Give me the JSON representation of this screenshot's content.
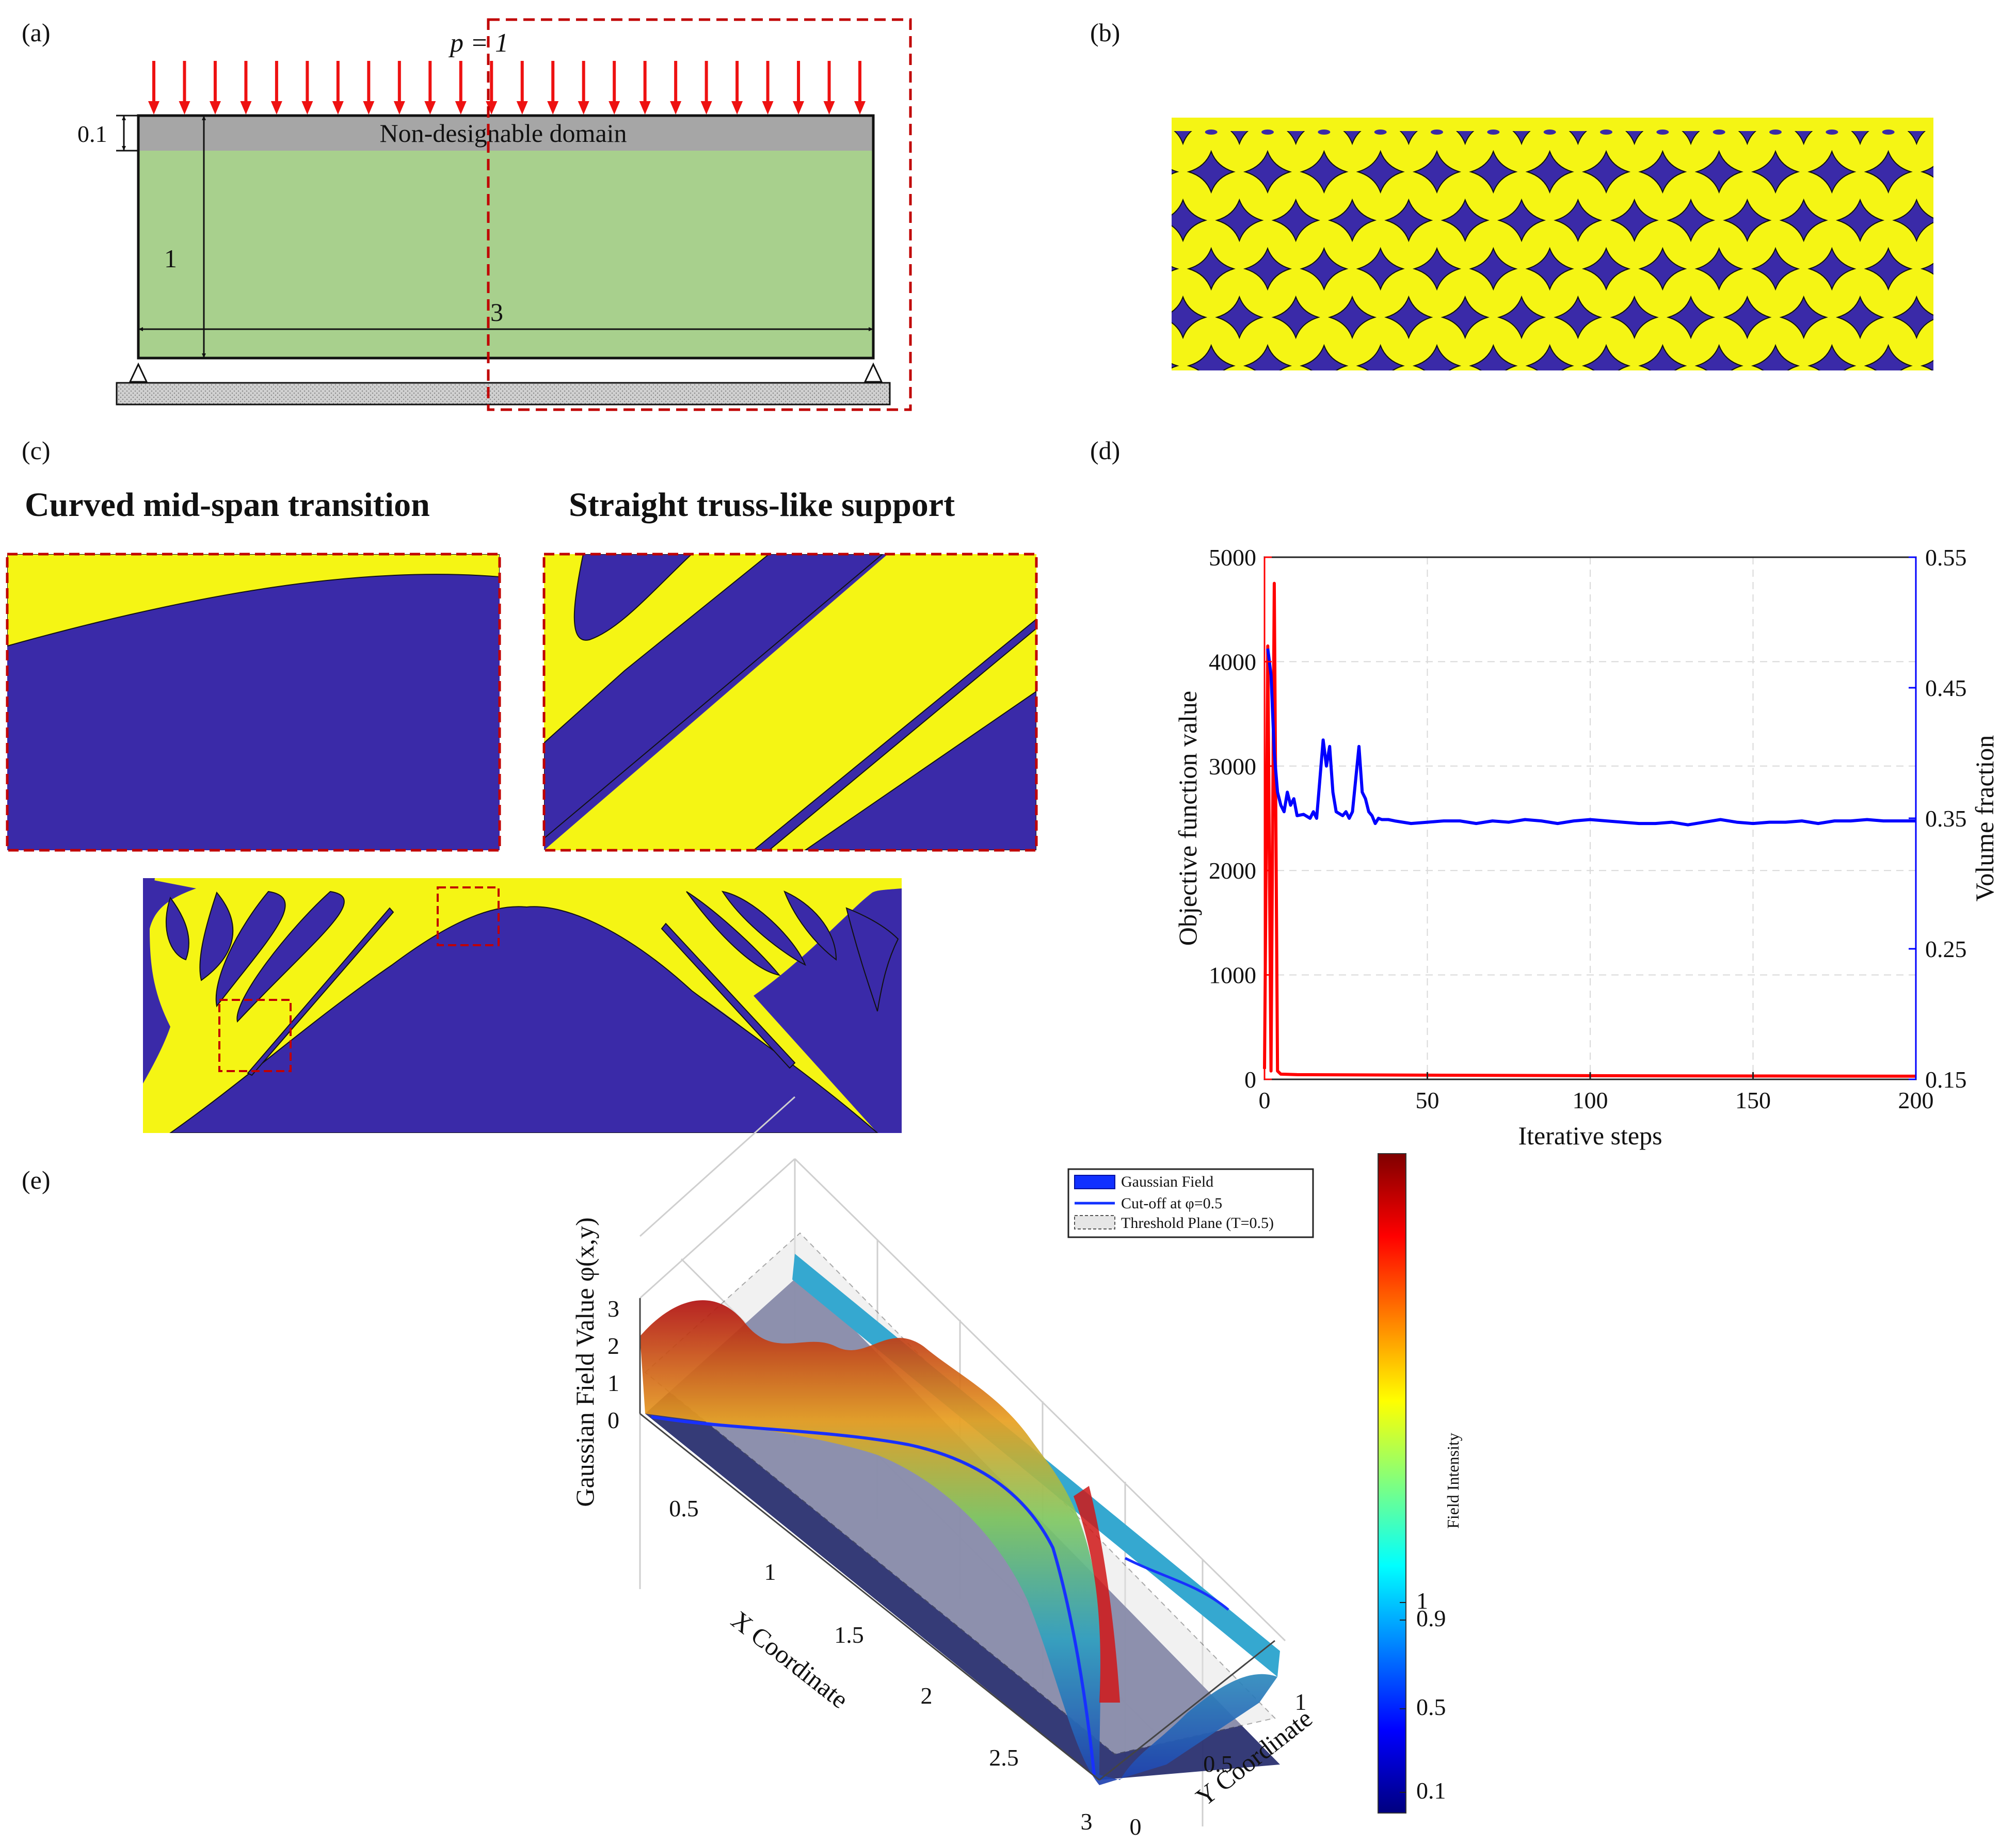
{
  "panels": {
    "a": {
      "label": "(a)",
      "load_label": "p = 1",
      "dim_top": "0.1",
      "dim_height": "1",
      "dim_width": "3",
      "nondesign_label": "Non-designable domain",
      "colors": {
        "design_domain": "#a8d08d",
        "nondesign": "#a6a6a6",
        "load_arrows": "#ee1111",
        "symmetry_box": "#c00000"
      }
    },
    "b": {
      "label": "(b)",
      "colors": {
        "solid": "#f5f514",
        "void": "#3a2aa8"
      }
    },
    "c": {
      "label": "(c)",
      "left_title": "Curved mid-span transition",
      "right_title": "Straight truss-like support",
      "colors": {
        "solid": "#f5f514",
        "void": "#3a2aa8",
        "zoom_box": "#c00000"
      }
    },
    "d": {
      "label": "(d)"
    },
    "e": {
      "label": "(e)",
      "zlabel": "Gaussian Field Value φ(x,y)",
      "xlabel": "X Coordinate",
      "ylabel": "Y Coordinate",
      "z_ticks": [
        "0",
        "1",
        "2",
        "3"
      ],
      "x_ticks": [
        "0.5",
        "1",
        "1.5",
        "2",
        "2.5",
        "3"
      ],
      "y_ticks": [
        "0",
        "0.5",
        "1"
      ],
      "legend": [
        "Gaussian Field",
        "Cut-off at φ=0.5",
        "Threshold Plane (T=0.5)"
      ],
      "colorbar_label": "Field Intensity",
      "colorbar_ticks": [
        "1",
        "0.9",
        "0.5",
        "0.1"
      ],
      "colormap": "jet"
    }
  },
  "chart_data": [
    {
      "type": "line",
      "panel": "d",
      "xlabel": "Iterative steps",
      "ylabel_left": "Objective function value",
      "ylabel_right": "Volume fraction",
      "xlim": [
        0,
        200
      ],
      "ylim_left": [
        0,
        5000
      ],
      "ylim_right": [
        0.15,
        0.55
      ],
      "x_ticks": [
        "0",
        "50",
        "100",
        "150",
        "200"
      ],
      "y_ticks_left": [
        "0",
        "1000",
        "2000",
        "3000",
        "4000",
        "5000"
      ],
      "y_ticks_right": [
        "0.15",
        "0.25",
        "0.35",
        "0.45",
        "0.55"
      ],
      "grid": true,
      "series": [
        {
          "axis": "left",
          "color": "#ff0000",
          "x": [
            0,
            1,
            2,
            3,
            4,
            5,
            10,
            50,
            100,
            150,
            200
          ],
          "y": [
            100,
            4150,
            80,
            4750,
            80,
            50,
            45,
            40,
            35,
            32,
            30
          ]
        },
        {
          "axis": "right",
          "color": "#0000ff",
          "x": [
            1,
            2,
            3,
            4,
            5,
            6,
            7,
            8,
            9,
            10,
            12,
            14,
            15,
            16,
            17,
            18,
            19,
            20,
            21,
            22,
            24,
            25,
            26,
            27,
            28,
            29,
            30,
            31,
            32,
            33,
            34,
            35,
            36,
            38,
            40,
            45,
            50,
            55,
            60,
            65,
            70,
            75,
            80,
            85,
            90,
            95,
            100,
            105,
            110,
            115,
            120,
            125,
            130,
            135,
            140,
            145,
            150,
            155,
            160,
            165,
            170,
            175,
            180,
            185,
            190,
            195,
            200
          ],
          "y": [
            0.48,
            0.46,
            0.4,
            0.37,
            0.36,
            0.355,
            0.37,
            0.36,
            0.365,
            0.352,
            0.353,
            0.35,
            0.355,
            0.35,
            0.38,
            0.41,
            0.39,
            0.405,
            0.37,
            0.355,
            0.352,
            0.355,
            0.35,
            0.355,
            0.38,
            0.405,
            0.37,
            0.365,
            0.355,
            0.352,
            0.346,
            0.35,
            0.349,
            0.349,
            0.348,
            0.346,
            0.347,
            0.348,
            0.348,
            0.346,
            0.348,
            0.347,
            0.349,
            0.348,
            0.346,
            0.348,
            0.349,
            0.348,
            0.347,
            0.346,
            0.346,
            0.347,
            0.345,
            0.347,
            0.349,
            0.347,
            0.346,
            0.347,
            0.347,
            0.348,
            0.346,
            0.348,
            0.348,
            0.349,
            0.348,
            0.348,
            0.348
          ]
        }
      ]
    }
  ]
}
